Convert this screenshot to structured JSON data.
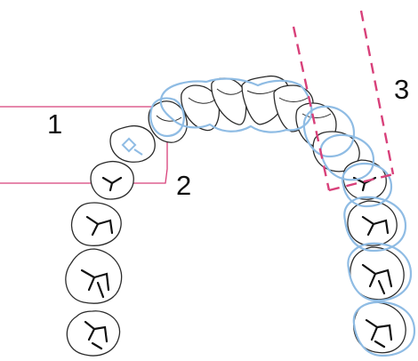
{
  "labels": {
    "l1": "1",
    "l2": "2",
    "l3": "3"
  },
  "colors": {
    "tooth_outline": "#2b2b2b",
    "aligner_outline": "#8fbce4",
    "guide_line": "#d8407a",
    "pointer_line": "#d8407a",
    "attachment": "#8fbce4"
  },
  "icons": {
    "arch": "dental-arch-outline",
    "aligner": "clear-aligner-overlay",
    "attachment": "diamond-attachment"
  }
}
